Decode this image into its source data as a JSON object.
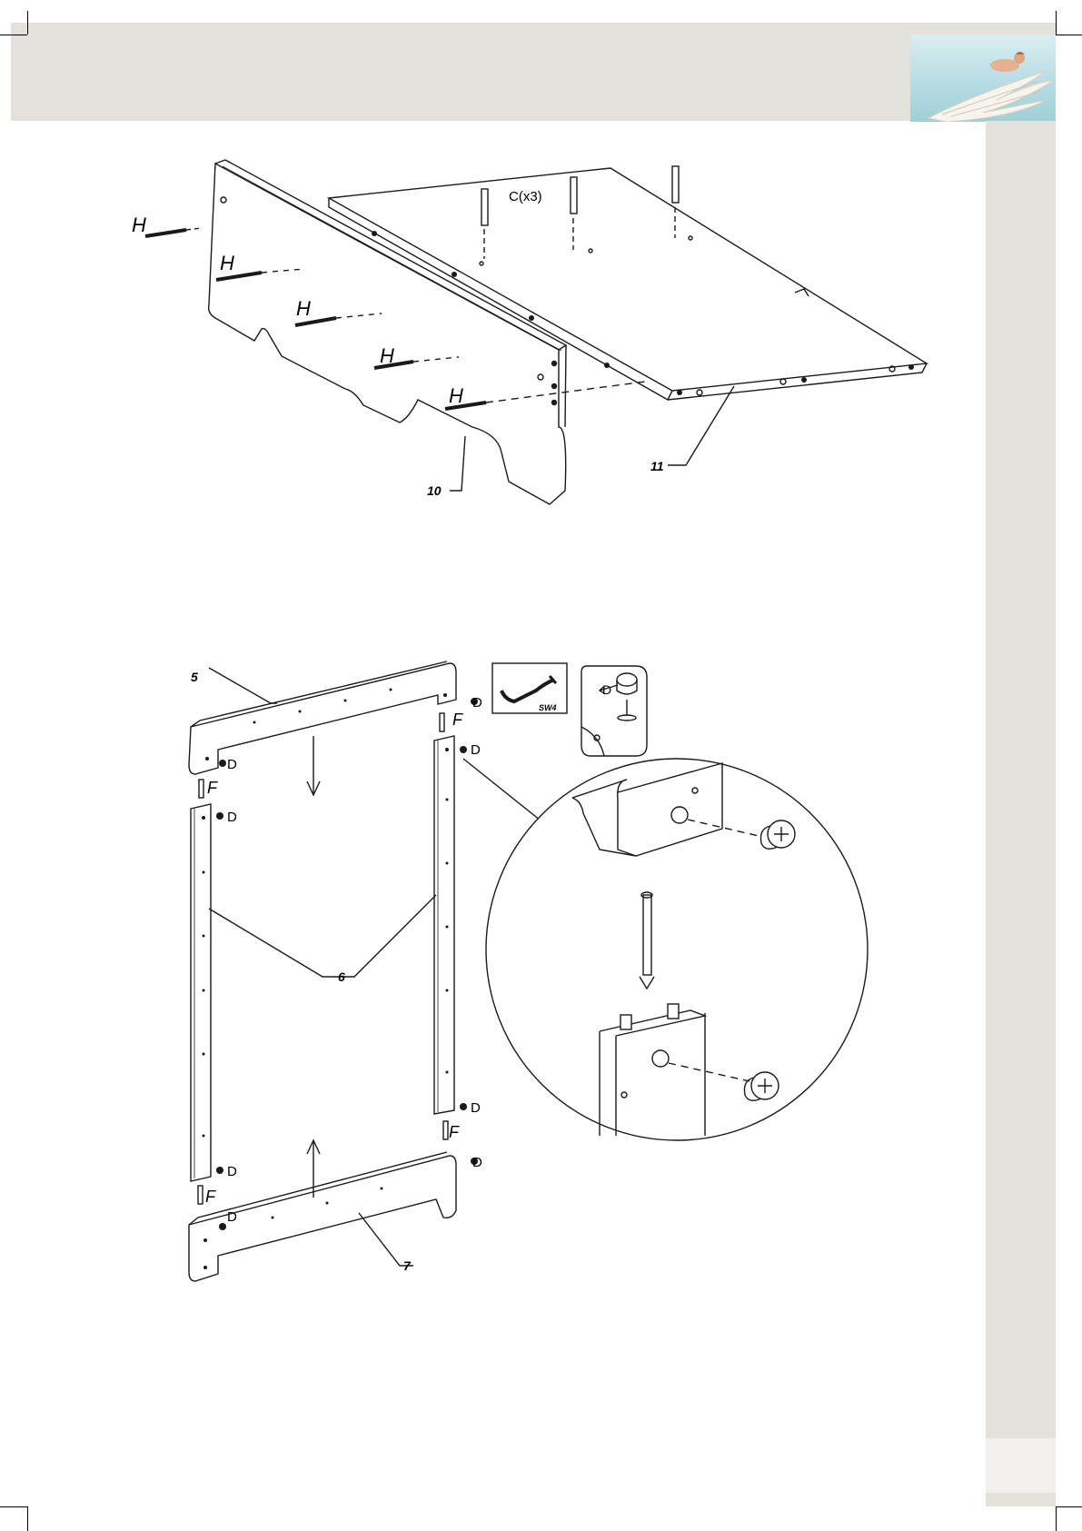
{
  "colors": {
    "header_band": "#e4e0dc",
    "side_strip": "#e4e0dc",
    "line_art": "#1a1a1a",
    "logo_sky": "#b7dde3"
  },
  "logo": {
    "icon": "angel-on-wing-logo"
  },
  "step_top": {
    "label_screw": "H",
    "label_cam_bolt": "C(x3)",
    "label_part_10": "10",
    "label_part_11": "11"
  },
  "step_bottom": {
    "label_part_5": "5",
    "label_part_6": "6",
    "label_part_7": "7",
    "label_cam": "D",
    "label_dowel": "F",
    "tool_label": "SW4"
  }
}
